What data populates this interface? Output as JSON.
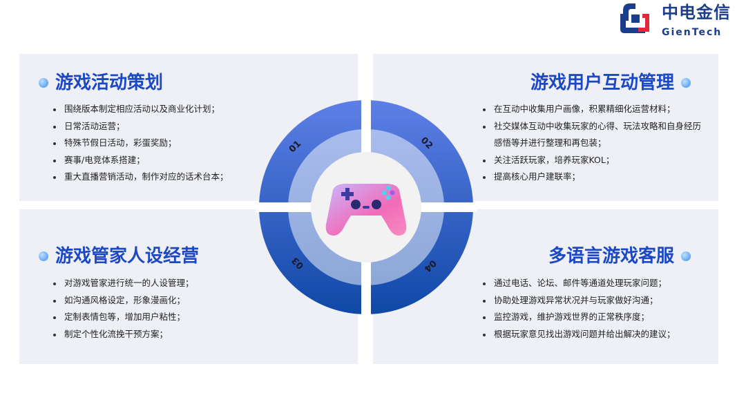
{
  "logo": {
    "cn": "中电金信",
    "en": "GienTech"
  },
  "sections": [
    {
      "number": "01",
      "title": "游戏活动策划",
      "items": [
        "围绕版本制定相应活动以及商业化计划；",
        "日常活动运营；",
        "特殊节假日活动，彩蛋奖励；",
        "赛事/电竞体系搭建；",
        "重大直播营销活动，制作对应的话术台本；"
      ]
    },
    {
      "number": "02",
      "title": "游戏用户互动管理",
      "items": [
        "在互动中收集用户画像，积累精细化运营材料；",
        "社交媒体互动中收集玩家的心得、玩法攻略和自身经历感悟等并进行整理和再包装；",
        "关注活跃玩家，培养玩家KOL；",
        "提高核心用户建联率；"
      ]
    },
    {
      "number": "03",
      "title": "游戏管家人设经营",
      "items": [
        "对游戏管家进行统一的人设管理；",
        "如沟通风格设定，形象漫画化；",
        "定制表情包等，增加用户粘性；",
        "制定个性化流挽干预方案；"
      ]
    },
    {
      "number": "04",
      "title": "多语言游戏客服",
      "items": [
        "通过电话、论坛、邮件等通道处理玩家问题；",
        "协助处理游戏异常状况并与玩家做好沟通；",
        "监控游戏，维护游戏世界的正常秩序度；",
        "根据玩家意见找出游戏问题并给出解决的建议；"
      ]
    }
  ],
  "colors": {
    "accent": "#1c48c4",
    "ring_top": "#5b7fe6",
    "ring_bottom": "#1448a8"
  }
}
